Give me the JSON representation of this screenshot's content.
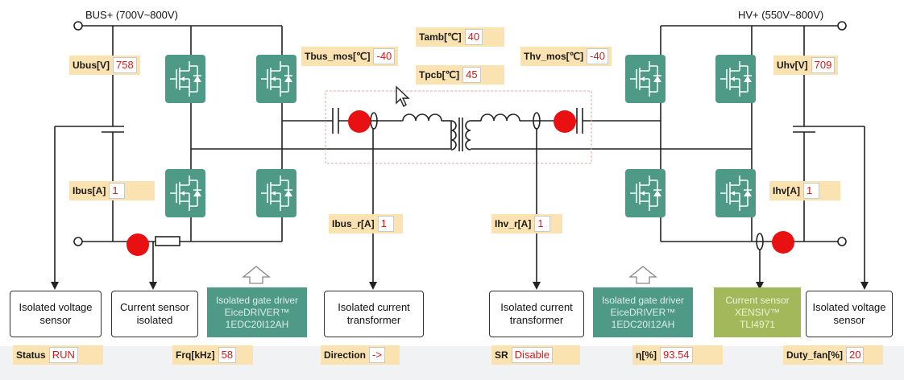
{
  "rails": {
    "bus_plus": "BUS+ (700V~800V)",
    "hv_plus": "HV+ (550V~800V)"
  },
  "monitors": {
    "ubus": {
      "name": "Ubus[V]",
      "value": "758"
    },
    "ibus": {
      "name": "Ibus[A]",
      "value": "1"
    },
    "tbus_mos": {
      "name": "Tbus_mos[℃]",
      "value": "-40"
    },
    "tamb": {
      "name": "Tamb[℃]",
      "value": "40"
    },
    "tpcb": {
      "name": "Tpcb[℃]",
      "value": "45"
    },
    "thv_mos": {
      "name": "Thv_mos[℃]",
      "value": "-40"
    },
    "uhv": {
      "name": "Uhv[V]",
      "value": "709"
    },
    "ihv": {
      "name": "Ihv[A]",
      "value": "1"
    },
    "ibus_r": {
      "name": "Ibus_r[A]",
      "value": "1"
    },
    "ihv_r": {
      "name": "Ihv_r[A]",
      "value": "1"
    },
    "status": {
      "name": "Status",
      "value": "RUN"
    },
    "frq": {
      "name": "Frq[kHz]",
      "value": "58"
    },
    "direction": {
      "name": "Direction",
      "value": "->"
    },
    "sr": {
      "name": "SR",
      "value": "Disable"
    },
    "eta": {
      "name": "η[%]",
      "value": "93.54"
    },
    "duty_fan": {
      "name": "Duty_fan[%]",
      "value": "20"
    }
  },
  "components": {
    "voltage_sensor_left": "Isolated voltage sensor",
    "current_sensor_left": "Current sensor isolated",
    "gate_driver_left": {
      "line1": "Isolated gate driver",
      "line2": "EiceDRIVER™",
      "line3": "1EDC20I12AH"
    },
    "current_transformer_left": "Isolated current transformer",
    "current_transformer_right": "Isolated current transformer",
    "gate_driver_right": {
      "line1": "Isolated gate driver",
      "line2": "EiceDRIVER™",
      "line3": "1EDC20I12AH"
    },
    "current_sensor_right": {
      "line1": "Current sensor",
      "line2": "XENSIV™",
      "line3": "TLI4971"
    },
    "voltage_sensor_right": "Isolated voltage sensor"
  },
  "colors": {
    "monitor_bg": "#fbe3b1",
    "value_text": "#d21a1a",
    "mosfet": "#4f9a86",
    "sensor_green": "#a3b85a",
    "marker": "#e81010"
  }
}
